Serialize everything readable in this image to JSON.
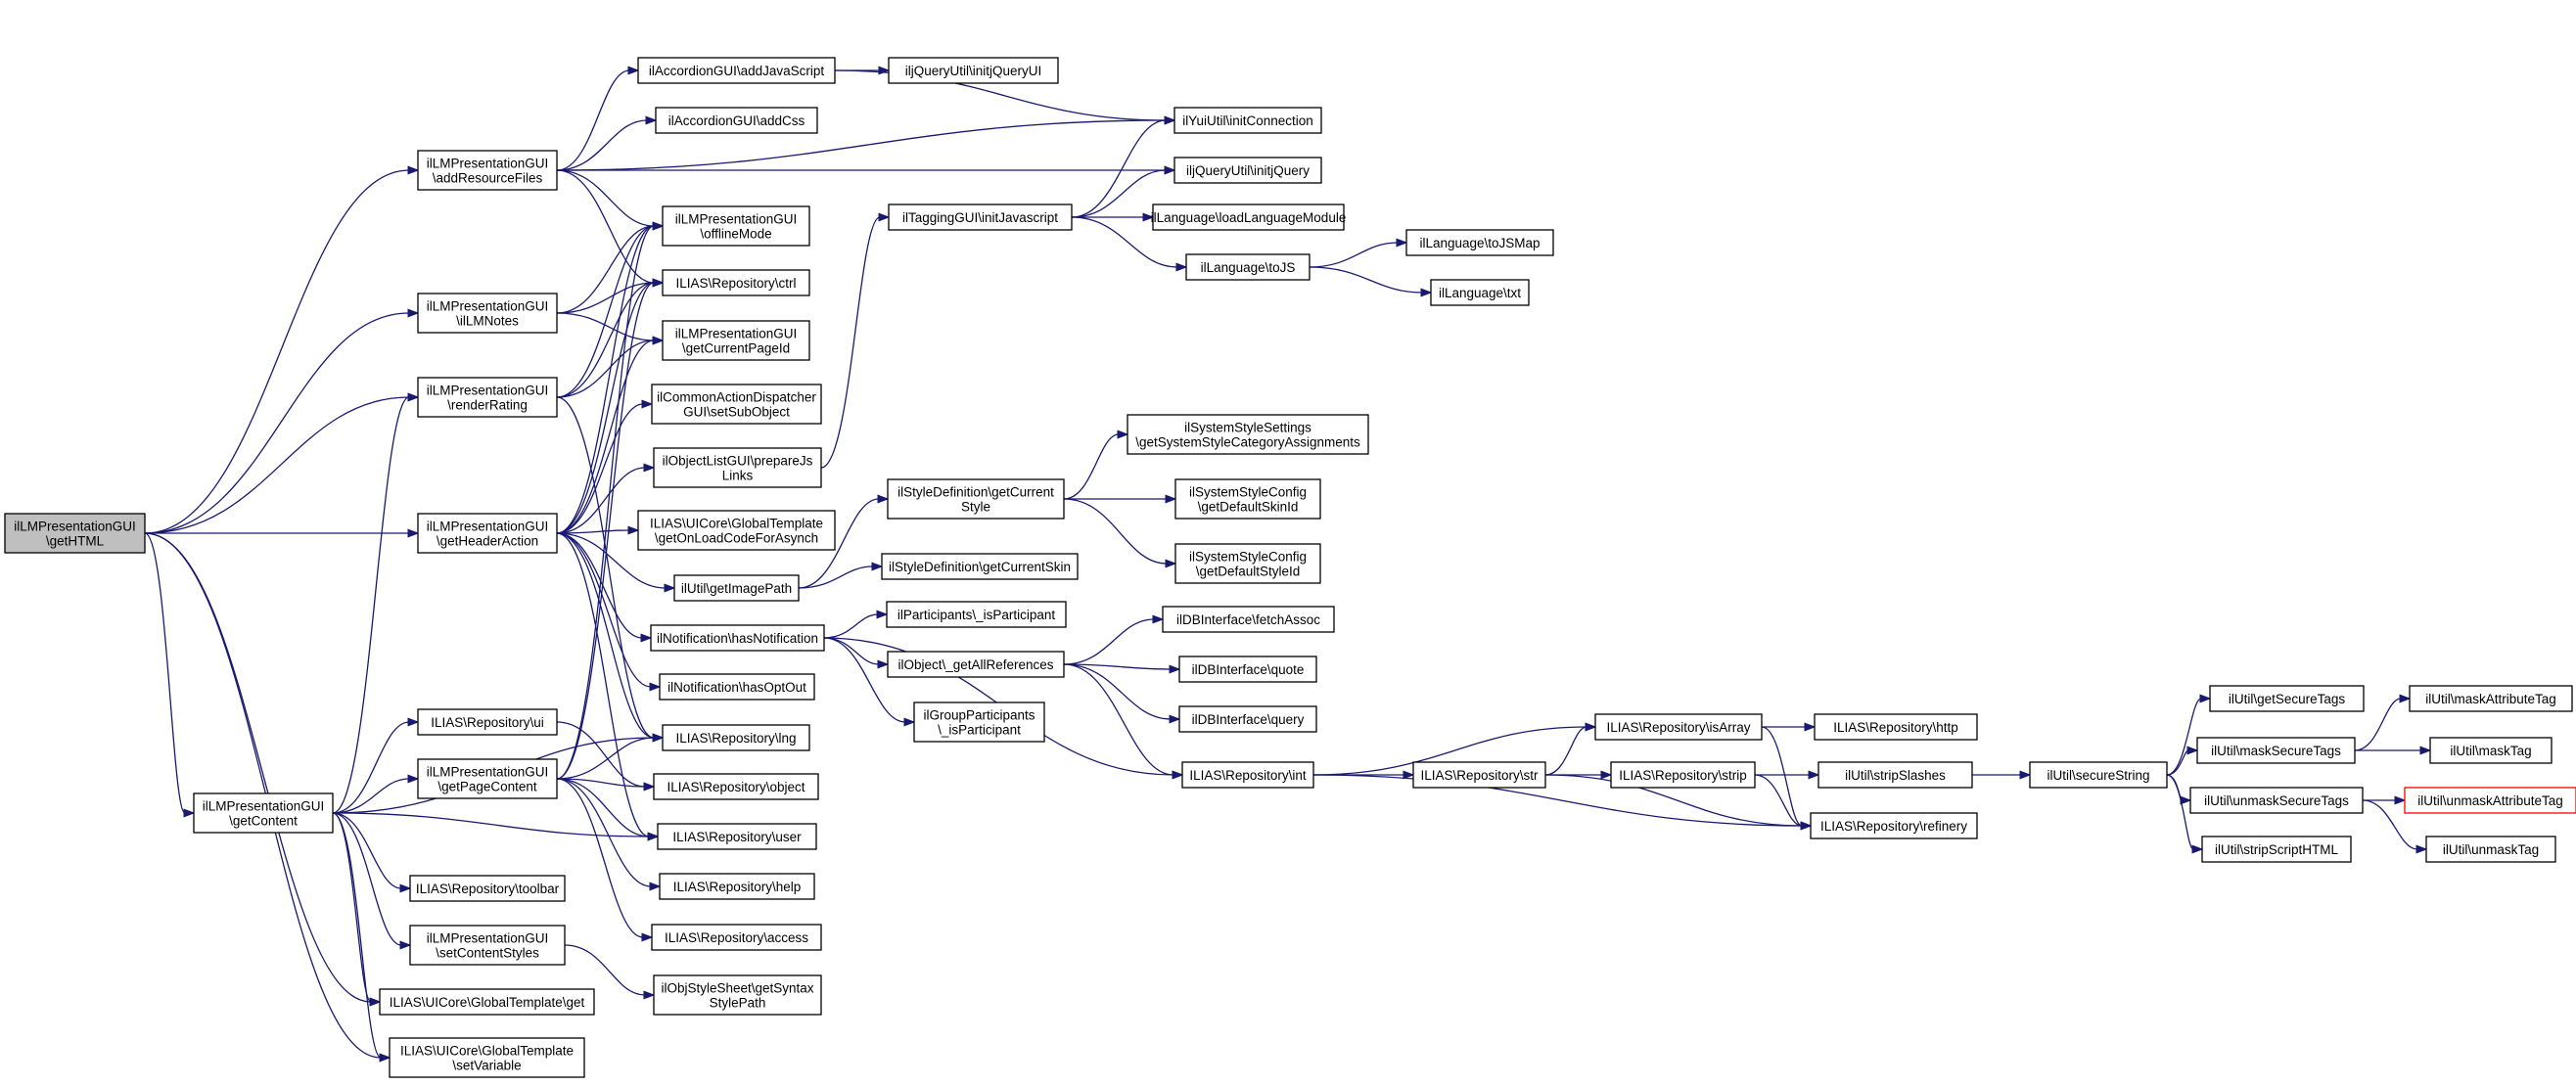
{
  "graph": {
    "edge_color": "#191970",
    "root_fill": "#bfbfbf",
    "highlight_color": "#ff0000",
    "nodes": [
      {
        "id": "root",
        "lines": [
          "ilLMPresentationGUI",
          "\\getHTML"
        ],
        "root": true
      },
      {
        "id": "addResourceFiles",
        "lines": [
          "ilLMPresentationGUI",
          "\\addResourceFiles"
        ]
      },
      {
        "id": "ilLMNotes",
        "lines": [
          "ilLMPresentationGUI",
          "\\ilLMNotes"
        ]
      },
      {
        "id": "renderRating",
        "lines": [
          "ilLMPresentationGUI",
          "\\renderRating"
        ]
      },
      {
        "id": "getHeaderAction",
        "lines": [
          "ilLMPresentationGUI",
          "\\getHeaderAction"
        ]
      },
      {
        "id": "getContent",
        "lines": [
          "ilLMPresentationGUI",
          "\\getContent"
        ]
      },
      {
        "id": "accAddJS",
        "lines": [
          "ilAccordionGUI\\addJavaScript"
        ]
      },
      {
        "id": "accAddCss",
        "lines": [
          "ilAccordionGUI\\addCss"
        ]
      },
      {
        "id": "offlineMode",
        "lines": [
          "ilLMPresentationGUI",
          "\\offlineMode"
        ]
      },
      {
        "id": "ctrl",
        "lines": [
          "ILIAS\\Repository\\ctrl"
        ]
      },
      {
        "id": "getCurrentPageId",
        "lines": [
          "ilLMPresentationGUI",
          "\\getCurrentPageId"
        ]
      },
      {
        "id": "setSubObject",
        "lines": [
          "ilCommonActionDispatcher",
          "GUI\\setSubObject"
        ]
      },
      {
        "id": "prepareJsLinks",
        "lines": [
          "ilObjectListGUI\\prepareJs",
          "Links"
        ]
      },
      {
        "id": "getOnLoadCode",
        "lines": [
          "ILIAS\\UICore\\GlobalTemplate",
          "\\getOnLoadCodeForAsynch"
        ]
      },
      {
        "id": "getImagePath",
        "lines": [
          "ilUtil\\getImagePath"
        ]
      },
      {
        "id": "hasNotification",
        "lines": [
          "ilNotification\\hasNotification"
        ]
      },
      {
        "id": "hasOptOut",
        "lines": [
          "ilNotification\\hasOptOut"
        ]
      },
      {
        "id": "lng",
        "lines": [
          "ILIAS\\Repository\\lng"
        ]
      },
      {
        "id": "ui",
        "lines": [
          "ILIAS\\Repository\\ui"
        ]
      },
      {
        "id": "getPageContent",
        "lines": [
          "ilLMPresentationGUI",
          "\\getPageContent"
        ]
      },
      {
        "id": "object",
        "lines": [
          "ILIAS\\Repository\\object"
        ]
      },
      {
        "id": "user",
        "lines": [
          "ILIAS\\Repository\\user"
        ]
      },
      {
        "id": "help",
        "lines": [
          "ILIAS\\Repository\\help"
        ]
      },
      {
        "id": "toolbar",
        "lines": [
          "ILIAS\\Repository\\toolbar"
        ]
      },
      {
        "id": "access",
        "lines": [
          "ILIAS\\Repository\\access"
        ]
      },
      {
        "id": "setContentStyles",
        "lines": [
          "ilLMPresentationGUI",
          "\\setContentStyles"
        ]
      },
      {
        "id": "getSyntaxStylePath",
        "lines": [
          "ilObjStyleSheet\\getSyntax",
          "StylePath"
        ]
      },
      {
        "id": "gtGet",
        "lines": [
          "ILIAS\\UICore\\GlobalTemplate\\get"
        ]
      },
      {
        "id": "setVariable",
        "lines": [
          "ILIAS\\UICore\\GlobalTemplate",
          "\\setVariable"
        ]
      },
      {
        "id": "initjQueryUI",
        "lines": [
          "iljQueryUtil\\initjQueryUI"
        ]
      },
      {
        "id": "initConnection",
        "lines": [
          "ilYuiUtil\\initConnection"
        ]
      },
      {
        "id": "initjQuery",
        "lines": [
          "iljQueryUtil\\initjQuery"
        ]
      },
      {
        "id": "taggingInitJs",
        "lines": [
          "ilTaggingGUI\\initJavascript"
        ]
      },
      {
        "id": "loadLanguageModule",
        "lines": [
          "ilLanguage\\loadLanguageModule"
        ]
      },
      {
        "id": "toJS",
        "lines": [
          "ilLanguage\\toJS"
        ]
      },
      {
        "id": "toJSMap",
        "lines": [
          "ilLanguage\\toJSMap"
        ]
      },
      {
        "id": "txt",
        "lines": [
          "ilLanguage\\txt"
        ]
      },
      {
        "id": "getSystemStyleCat",
        "lines": [
          "ilSystemStyleSettings",
          "\\getSystemStyleCategoryAssignments"
        ]
      },
      {
        "id": "getCurrentStyle",
        "lines": [
          "ilStyleDefinition\\getCurrent",
          "Style"
        ]
      },
      {
        "id": "getDefaultSkinId",
        "lines": [
          "ilSystemStyleConfig",
          "\\getDefaultSkinId"
        ]
      },
      {
        "id": "getDefaultStyleId",
        "lines": [
          "ilSystemStyleConfig",
          "\\getDefaultStyleId"
        ]
      },
      {
        "id": "getCurrentSkin",
        "lines": [
          "ilStyleDefinition\\getCurrentSkin"
        ]
      },
      {
        "id": "isParticipant",
        "lines": [
          "ilParticipants\\_isParticipant"
        ]
      },
      {
        "id": "getAllReferences",
        "lines": [
          "ilObject\\_getAllReferences"
        ]
      },
      {
        "id": "groupIsParticipant",
        "lines": [
          "ilGroupParticipants",
          "\\_isParticipant"
        ]
      },
      {
        "id": "fetchAssoc",
        "lines": [
          "ilDBInterface\\fetchAssoc"
        ]
      },
      {
        "id": "quote",
        "lines": [
          "ilDBInterface\\quote"
        ]
      },
      {
        "id": "query",
        "lines": [
          "ilDBInterface\\query"
        ]
      },
      {
        "id": "int",
        "lines": [
          "ILIAS\\Repository\\int"
        ]
      },
      {
        "id": "isArray",
        "lines": [
          "ILIAS\\Repository\\isArray"
        ]
      },
      {
        "id": "str",
        "lines": [
          "ILIAS\\Repository\\str"
        ]
      },
      {
        "id": "strip",
        "lines": [
          "ILIAS\\Repository\\strip"
        ]
      },
      {
        "id": "http",
        "lines": [
          "ILIAS\\Repository\\http"
        ]
      },
      {
        "id": "refinery",
        "lines": [
          "ILIAS\\Repository\\refinery"
        ]
      },
      {
        "id": "stripSlashes",
        "lines": [
          "ilUtil\\stripSlashes"
        ]
      },
      {
        "id": "secureString",
        "lines": [
          "ilUtil\\secureString"
        ]
      },
      {
        "id": "getSecureTags",
        "lines": [
          "ilUtil\\getSecureTags"
        ]
      },
      {
        "id": "maskSecureTags",
        "lines": [
          "ilUtil\\maskSecureTags"
        ]
      },
      {
        "id": "unmaskSecureTags",
        "lines": [
          "ilUtil\\unmaskSecureTags"
        ]
      },
      {
        "id": "stripScriptHTML",
        "lines": [
          "ilUtil\\stripScriptHTML"
        ]
      },
      {
        "id": "maskAttributeTag",
        "lines": [
          "ilUtil\\maskAttributeTag"
        ]
      },
      {
        "id": "maskTag",
        "lines": [
          "ilUtil\\maskTag"
        ]
      },
      {
        "id": "unmaskAttributeTag",
        "lines": [
          "ilUtil\\unmaskAttributeTag"
        ],
        "highlight": true
      },
      {
        "id": "unmaskTag",
        "lines": [
          "ilUtil\\unmaskTag"
        ]
      }
    ],
    "edges": [
      [
        "root",
        "addResourceFiles"
      ],
      [
        "root",
        "ilLMNotes"
      ],
      [
        "root",
        "renderRating"
      ],
      [
        "root",
        "getHeaderAction"
      ],
      [
        "root",
        "getContent"
      ],
      [
        "root",
        "gtGet"
      ],
      [
        "root",
        "setVariable"
      ],
      [
        "addResourceFiles",
        "accAddJS"
      ],
      [
        "addResourceFiles",
        "initConnection"
      ],
      [
        "addResourceFiles",
        "accAddCss"
      ],
      [
        "addResourceFiles",
        "initjQuery"
      ],
      [
        "addResourceFiles",
        "offlineMode"
      ],
      [
        "addResourceFiles",
        "ctrl"
      ],
      [
        "accAddJS",
        "initjQueryUI"
      ],
      [
        "accAddJS",
        "initConnection"
      ],
      [
        "ilLMNotes",
        "offlineMode"
      ],
      [
        "ilLMNotes",
        "ctrl"
      ],
      [
        "ilLMNotes",
        "getCurrentPageId"
      ],
      [
        "renderRating",
        "offlineMode"
      ],
      [
        "renderRating",
        "ctrl"
      ],
      [
        "renderRating",
        "getCurrentPageId"
      ],
      [
        "renderRating",
        "lng"
      ],
      [
        "getHeaderAction",
        "offlineMode"
      ],
      [
        "getHeaderAction",
        "ctrl"
      ],
      [
        "getHeaderAction",
        "getCurrentPageId"
      ],
      [
        "getHeaderAction",
        "setSubObject"
      ],
      [
        "getHeaderAction",
        "prepareJsLinks"
      ],
      [
        "getHeaderAction",
        "getOnLoadCode"
      ],
      [
        "getHeaderAction",
        "getImagePath"
      ],
      [
        "getHeaderAction",
        "hasNotification"
      ],
      [
        "getHeaderAction",
        "hasOptOut"
      ],
      [
        "getHeaderAction",
        "lng"
      ],
      [
        "getHeaderAction",
        "user"
      ],
      [
        "prepareJsLinks",
        "taggingInitJs"
      ],
      [
        "taggingInitJs",
        "initConnection"
      ],
      [
        "taggingInitJs",
        "initjQuery"
      ],
      [
        "taggingInitJs",
        "loadLanguageModule"
      ],
      [
        "taggingInitJs",
        "toJS"
      ],
      [
        "toJS",
        "toJSMap"
      ],
      [
        "toJS",
        "txt"
      ],
      [
        "getImagePath",
        "getCurrentStyle"
      ],
      [
        "getImagePath",
        "getCurrentSkin"
      ],
      [
        "getCurrentStyle",
        "getSystemStyleCat"
      ],
      [
        "getCurrentStyle",
        "getDefaultSkinId"
      ],
      [
        "getCurrentStyle",
        "getDefaultStyleId"
      ],
      [
        "hasNotification",
        "isParticipant"
      ],
      [
        "hasNotification",
        "getAllReferences"
      ],
      [
        "hasNotification",
        "groupIsParticipant"
      ],
      [
        "hasNotification",
        "int"
      ],
      [
        "getAllReferences",
        "fetchAssoc"
      ],
      [
        "getAllReferences",
        "quote"
      ],
      [
        "getAllReferences",
        "query"
      ],
      [
        "getAllReferences",
        "int"
      ],
      [
        "getContent",
        "renderRating"
      ],
      [
        "getContent",
        "lng"
      ],
      [
        "getContent",
        "ui"
      ],
      [
        "getContent",
        "getPageContent"
      ],
      [
        "getContent",
        "user"
      ],
      [
        "getContent",
        "toolbar"
      ],
      [
        "getContent",
        "setContentStyles"
      ],
      [
        "getContent",
        "gtGet"
      ],
      [
        "getContent",
        "setVariable"
      ],
      [
        "ui",
        "object"
      ],
      [
        "getPageContent",
        "ctrl"
      ],
      [
        "getPageContent",
        "offlineMode"
      ],
      [
        "getPageContent",
        "lng"
      ],
      [
        "getPageContent",
        "object"
      ],
      [
        "getPageContent",
        "user"
      ],
      [
        "getPageContent",
        "help"
      ],
      [
        "getPageContent",
        "access"
      ],
      [
        "setContentStyles",
        "getSyntaxStylePath"
      ],
      [
        "int",
        "isArray"
      ],
      [
        "int",
        "str"
      ],
      [
        "int",
        "refinery"
      ],
      [
        "isArray",
        "http"
      ],
      [
        "isArray",
        "refinery"
      ],
      [
        "str",
        "isArray"
      ],
      [
        "str",
        "strip"
      ],
      [
        "str",
        "refinery"
      ],
      [
        "strip",
        "stripSlashes"
      ],
      [
        "strip",
        "refinery"
      ],
      [
        "stripSlashes",
        "secureString"
      ],
      [
        "secureString",
        "getSecureTags"
      ],
      [
        "secureString",
        "maskSecureTags"
      ],
      [
        "secureString",
        "unmaskSecureTags"
      ],
      [
        "secureString",
        "stripScriptHTML"
      ],
      [
        "maskSecureTags",
        "maskAttributeTag"
      ],
      [
        "maskSecureTags",
        "maskTag"
      ],
      [
        "unmaskSecureTags",
        "unmaskAttributeTag"
      ],
      [
        "unmaskSecureTags",
        "unmaskTag"
      ]
    ]
  }
}
